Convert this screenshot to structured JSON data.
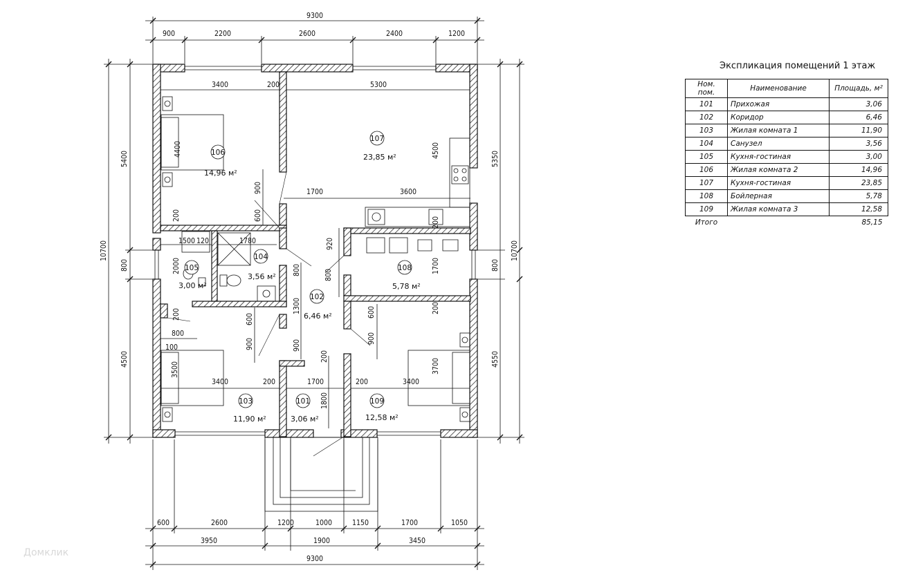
{
  "dimensions": {
    "top_total": "9300",
    "top_parts": [
      "900",
      "2200",
      "2600",
      "2400",
      "1200"
    ],
    "bottom_parts": [
      "600",
      "2600",
      "1200",
      "1000",
      "1150",
      "1700",
      "1050"
    ],
    "bottom_sub": [
      "3950",
      "1900",
      "3450"
    ],
    "bottom_total": "9300",
    "left_total": "10700",
    "left_parts": [
      "5400",
      "800",
      "4500"
    ],
    "right_total": "10700",
    "right_parts": [
      "5350",
      "800",
      "4550"
    ],
    "interior": [
      "3400",
      "200",
      "5300",
      "4400",
      "4500",
      "900",
      "200",
      "600",
      "1700",
      "3600",
      "200",
      "1500",
      "120",
      "1780",
      "920",
      "2000",
      "800",
      "800",
      "1700",
      "1300",
      "200",
      "600",
      "600",
      "200",
      "900",
      "900",
      "900",
      "800",
      "100",
      "3500",
      "200",
      "200",
      "3400",
      "200",
      "1700",
      "200",
      "3400",
      "3700",
      "1800"
    ]
  },
  "rooms": [
    {
      "num": "106",
      "area": "14,96 м²"
    },
    {
      "num": "107",
      "area": "23,85 м²"
    },
    {
      "num": "105",
      "area": "3,00 м²"
    },
    {
      "num": "104",
      "area": "3,56 м²"
    },
    {
      "num": "102",
      "area": "6,46 м²"
    },
    {
      "num": "108",
      "area": "5,78 м²"
    },
    {
      "num": "103",
      "area": "11,90 м²"
    },
    {
      "num": "101",
      "area": "3,06 м²"
    },
    {
      "num": "109",
      "area": "12,58 м²"
    }
  ],
  "legend": {
    "title": "Экспликация помещений 1 этаж",
    "headers": [
      "Ном. пом.",
      "Наименование",
      "Площадь, м²"
    ],
    "rows": [
      [
        "101",
        "Прихожая",
        "3,06"
      ],
      [
        "102",
        "Коридор",
        "6,46"
      ],
      [
        "103",
        "Жилая комната 1",
        "11,90"
      ],
      [
        "104",
        "Санузел",
        "3,56"
      ],
      [
        "105",
        "Кухня-гостиная",
        "3,00"
      ],
      [
        "106",
        "Жилая комната 2",
        "14,96"
      ],
      [
        "107",
        "Кухня-гостиная",
        "23,85"
      ],
      [
        "108",
        "Бойлерная",
        "5,78"
      ],
      [
        "109",
        "Жилая комната 3",
        "12,58"
      ]
    ],
    "total_label": "Итого",
    "total_value": "85,15"
  },
  "watermark": "Домклик"
}
